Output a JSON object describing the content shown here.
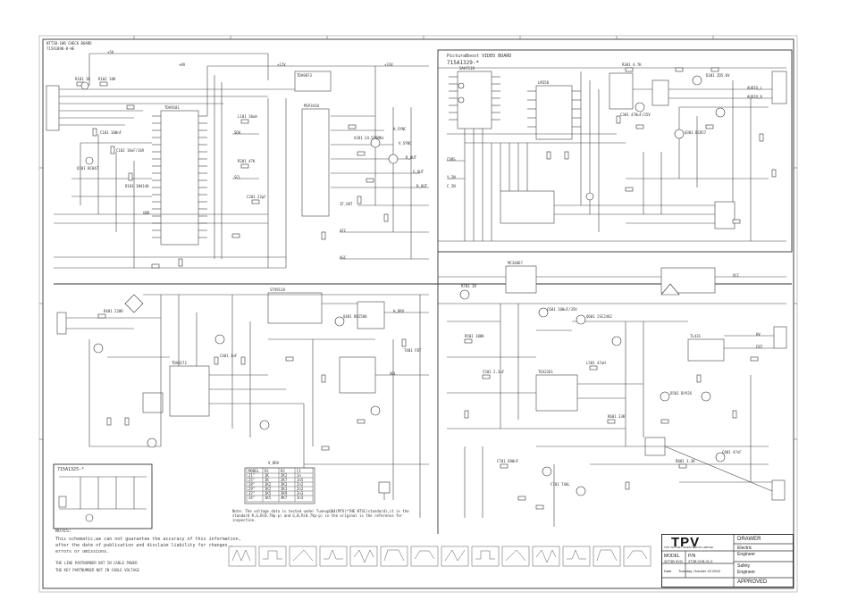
{
  "sections": {
    "tuner_board": {
      "title": "NTT1B-1HB CHECK BOARD",
      "part": "715A1098-B-HE"
    },
    "video_board": {
      "title": "PicturaBoost VIDEO BOARD",
      "part": "715A1329-*"
    },
    "sub_board": {
      "part": "715A1325-*"
    }
  },
  "ic_labels": [
    "TDA9181",
    "TDA9873",
    "SAA7118",
    "LM358",
    "STV9118",
    "TDA8172",
    "MC34067",
    "TEA2261",
    "TL431",
    "MSP3410"
  ],
  "net_labels": [
    "+5V",
    "+8V",
    "+12V",
    "+33V",
    "GND",
    "SDA",
    "SCL",
    "H_SYNC",
    "V_SYNC",
    "R_OUT",
    "G_OUT",
    "B_OUT",
    "AUDIO_L",
    "AUDIO_R",
    "CVBS",
    "Y_IN",
    "C_IN",
    "VCC",
    "HV",
    "FBT",
    "ABL",
    "H_DRV",
    "V_DRV",
    "IF_OUT",
    "AFC",
    "AGC"
  ],
  "component_labels": [
    "R101 1K",
    "R102 10K",
    "C101 100nF",
    "C102 10uF/16V",
    "Q101 BC847",
    "D101 1N4148",
    "L101 10uH",
    "R201 47K",
    "C201 22pF",
    "X201 24.576MHz",
    "R301 4.7K",
    "C301 470uF/25V",
    "Q301 BC857",
    "D301 ZD5.6V",
    "R401 220R",
    "C401 1nF",
    "T401 FBT",
    "Q401 BU2508",
    "R501 100K",
    "C501 2.2uF",
    "L501 47uH",
    "D501 BYV26",
    "R601 33K",
    "C601 100uF/35V",
    "Q601 2SC2482",
    "R701 1R",
    "C701 680nF",
    "F701 T4AL",
    "R801 3.3K",
    "C801 47nF"
  ],
  "table": {
    "header": [
      "MODEL",
      "R1",
      "R2",
      "C1"
    ],
    "rows": [
      [
        "21\"",
        "1K",
        "2K2",
        "1n"
      ],
      [
        "25\"",
        "1K",
        "2K7",
        "1n5"
      ],
      [
        "28\"",
        "1K2",
        "3K3",
        "2n2"
      ],
      [
        "29\"",
        "1K2",
        "3K3",
        "2n2"
      ],
      [
        "32\"",
        "1K5",
        "3K9",
        "3n3"
      ],
      [
        "34\"",
        "1K5",
        "4K7",
        "3n3"
      ]
    ]
  },
  "mid_note": "Note: The voltage data is tested under TuneupQ04(MTV)*THE NTSC(standard),it is the standard R,G,B(0.7Vp-p) and G,B,R(0.7Vp-p) in the original is the reference for inspection.",
  "notes": {
    "heading": "NOTES:",
    "lines": [
      "This schematic,we can not guarantee the accuracy of this information,",
      "after the date of publication and disclaim liability for changes ,",
      "errors or omissions.",
      "",
      "THE LINE PARTNUMBER NOT IN CABLE POWER",
      "THE KEY PARTNUMBER NOT IN CABLE VOLTAGE"
    ]
  },
  "title_block": {
    "logo": "TPV",
    "company": "TOP VICTORY INVESTMENTS LIMITED",
    "drawer_label": "DRAWER",
    "electric_label": "Electric",
    "engineer_label": "Engineer",
    "safety_label": "Safety",
    "engineer2_label": "Engineer",
    "approved_label": "APPROVED",
    "model_label": "MODEL",
    "model_value": "32T3B 0VG",
    "pn_label": "P/N",
    "pn_value": "3T3B 0VB-01.0",
    "date_label": "Date",
    "date_value": "Tuesday, October 15 2002"
  },
  "colors": {
    "ink": "#222222",
    "line": "#333333",
    "paper": "#ffffff"
  }
}
